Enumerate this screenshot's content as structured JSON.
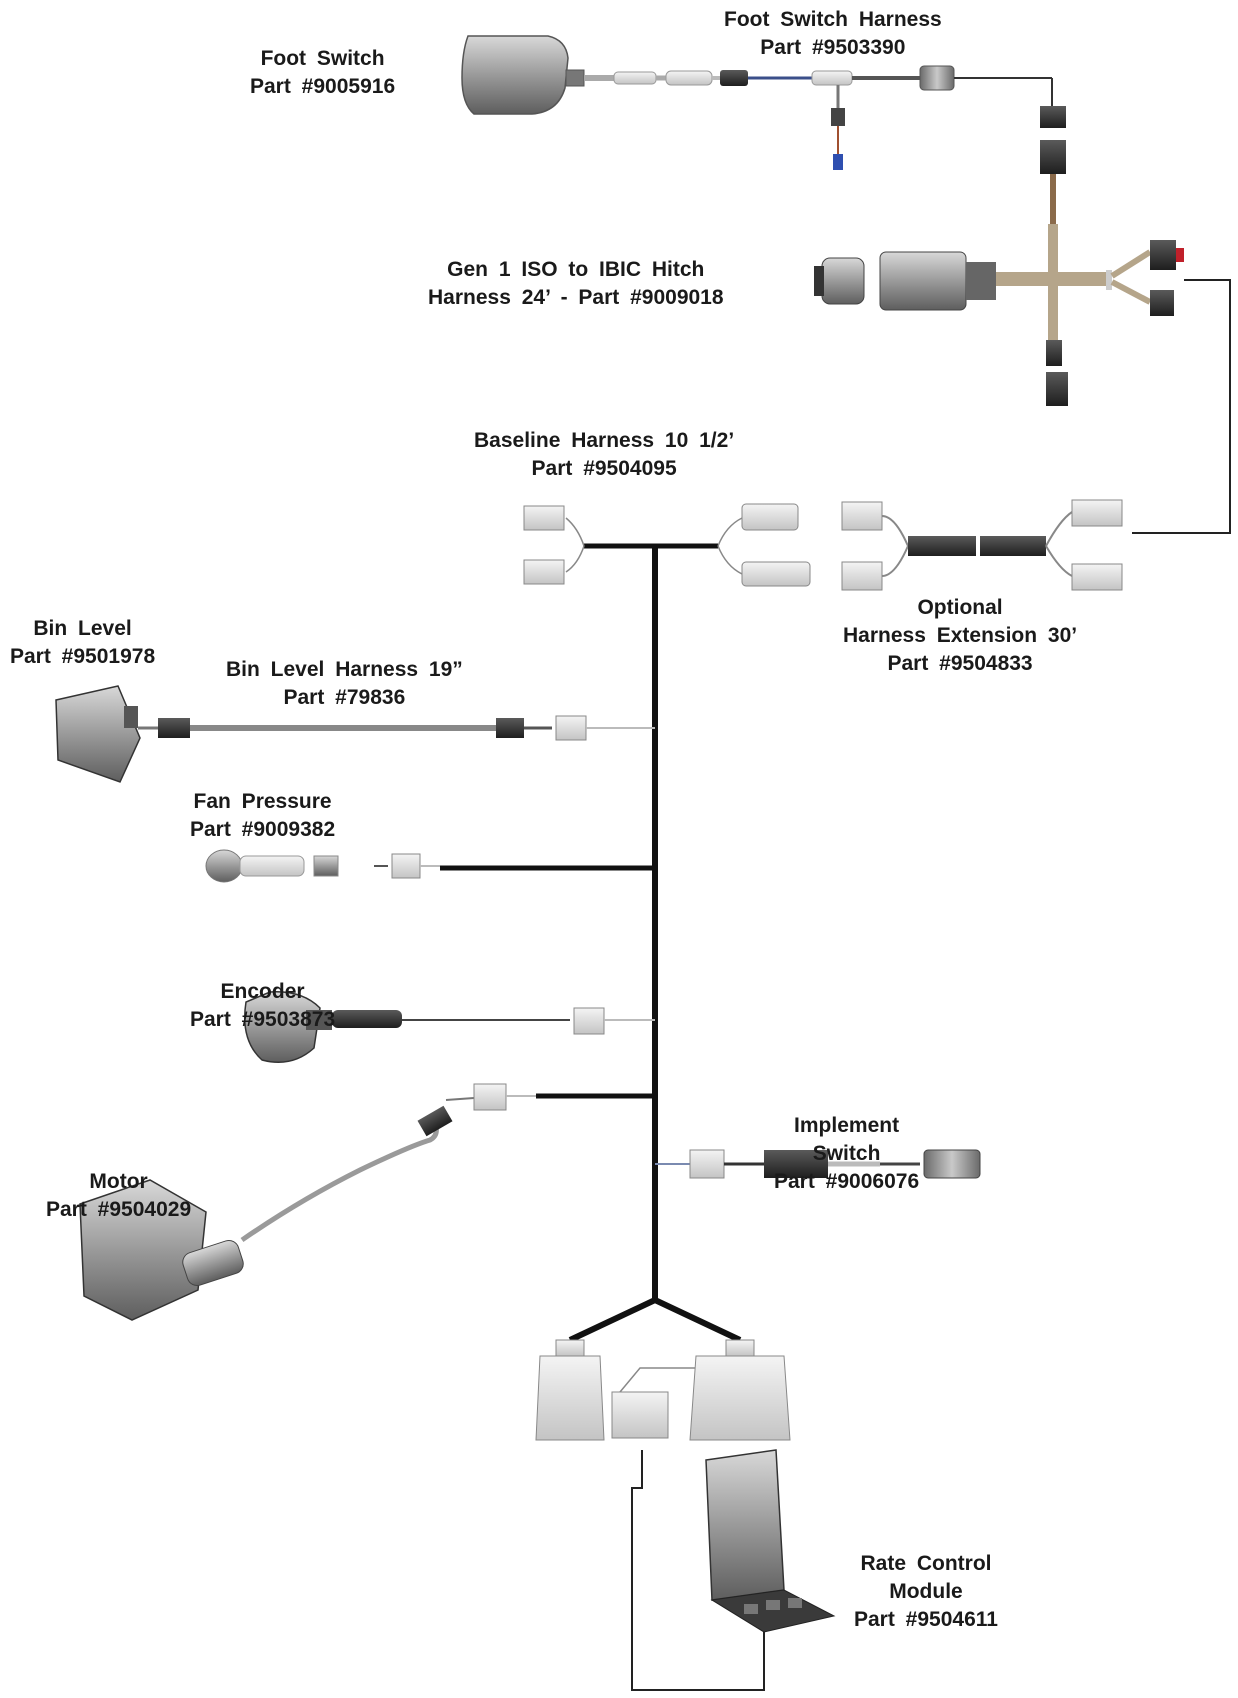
{
  "components": {
    "foot_switch": {
      "name": "Foot Switch",
      "part": "Part #9005916"
    },
    "foot_switch_harness": {
      "name": "Foot Switch Harness",
      "part": "Part #9503390"
    },
    "hitch_harness": {
      "name": "Gen 1 ISO to IBIC Hitch",
      "part": "Harness 24’ - Part #9009018"
    },
    "baseline_harness": {
      "name": "Baseline Harness 10 1/2’",
      "part": "Part #9504095"
    },
    "optional_extension": {
      "name": "Optional",
      "name2": "Harness Extension 30’",
      "part": "Part #9504833"
    },
    "bin_level": {
      "name": "Bin Level",
      "part": "Part #9501978"
    },
    "bin_level_harness": {
      "name": "Bin Level Harness 19”",
      "part": "Part #79836"
    },
    "fan_pressure": {
      "name": "Fan Pressure",
      "part": "Part #9009382"
    },
    "encoder": {
      "name": "Encoder",
      "part": "Part #9503873"
    },
    "implement_switch": {
      "name": "Implement",
      "name2": "Switch",
      "part": "Part #9006076"
    },
    "motor": {
      "name": "Motor",
      "part": "Part #9504029"
    },
    "rate_control_module": {
      "name": "Rate Control",
      "name2": "Module",
      "part": "Part #9504611"
    }
  },
  "colors": {
    "wire": "#111111",
    "part_body": "#8a8a8a",
    "part_light": "#d9d9d9",
    "connector_outline": "#7a7a7a"
  }
}
